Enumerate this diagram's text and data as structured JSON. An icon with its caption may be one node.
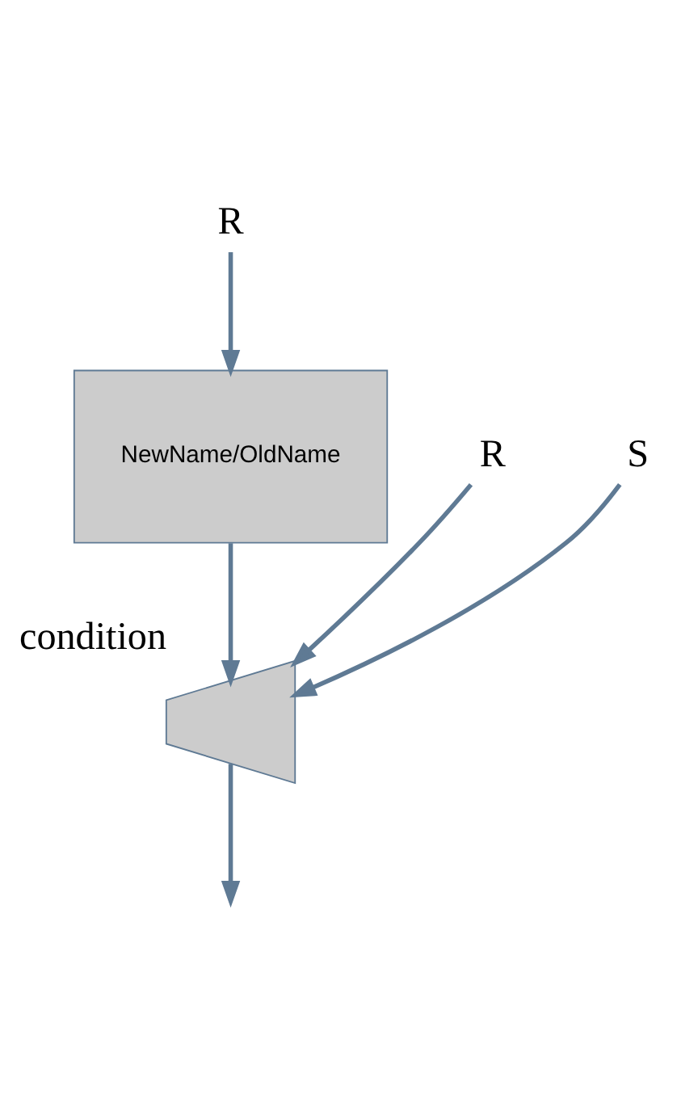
{
  "diagram": {
    "nodes": [
      {
        "text": [
          "R"
        ]
      },
      {
        "text": [
          "NewName/OldName"
        ]
      },
      {
        "text": [
          "R"
        ]
      },
      {
        "text": [
          "S"
        ]
      },
      {
        "text": [],
        "shape": "bowtie",
        "beside": [
          "condition"
        ]
      }
    ],
    "edges": [
      {
        "from": 0,
        "to": 1,
        "arrow": "to"
      },
      {
        "from": 1,
        "to": 4,
        "arrow": "to"
      },
      {
        "from": 2,
        "to": 4,
        "arrow": "to"
      },
      {
        "from": 3,
        "to": 4,
        "arrow": "to"
      },
      {
        "from": 4,
        "to": null,
        "arrow": "to"
      }
    ]
  }
}
